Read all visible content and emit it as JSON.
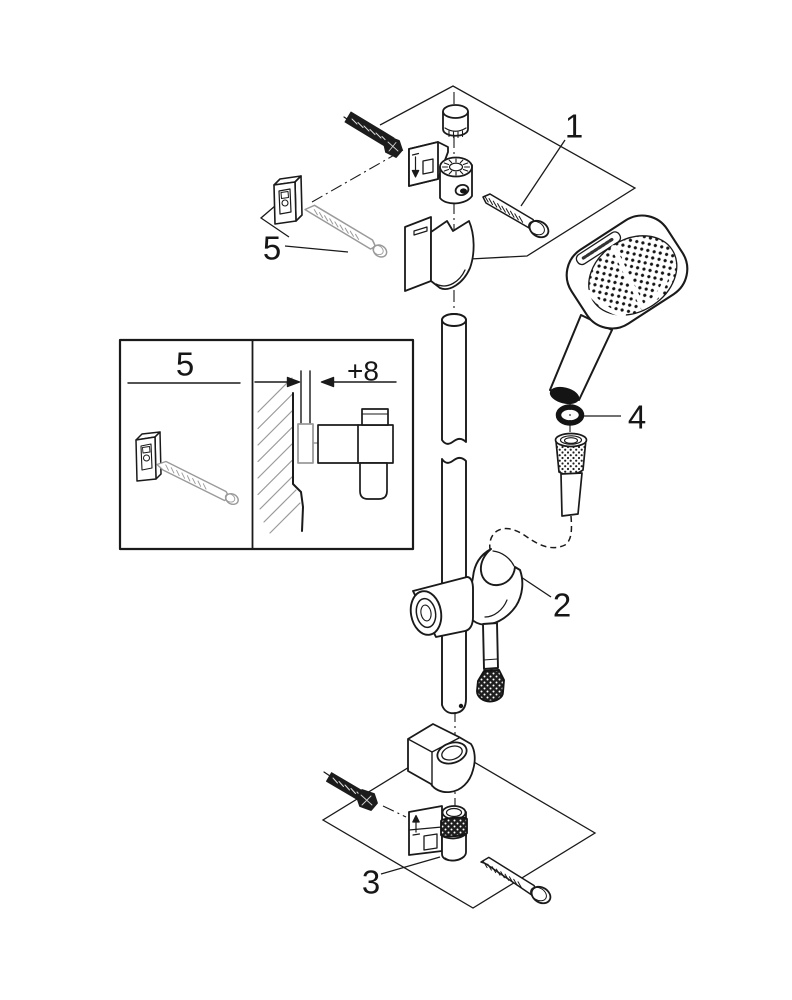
{
  "colors": {
    "background": "#ffffff",
    "line": "#1a1a1a",
    "muted_line": "#9a9a9a"
  },
  "callouts": {
    "part1": "1",
    "part2": "2",
    "part3": "3",
    "part4": "4",
    "part5": "5"
  },
  "inset": {
    "panel_label": "5",
    "wall_offset_dimension": "+8"
  }
}
